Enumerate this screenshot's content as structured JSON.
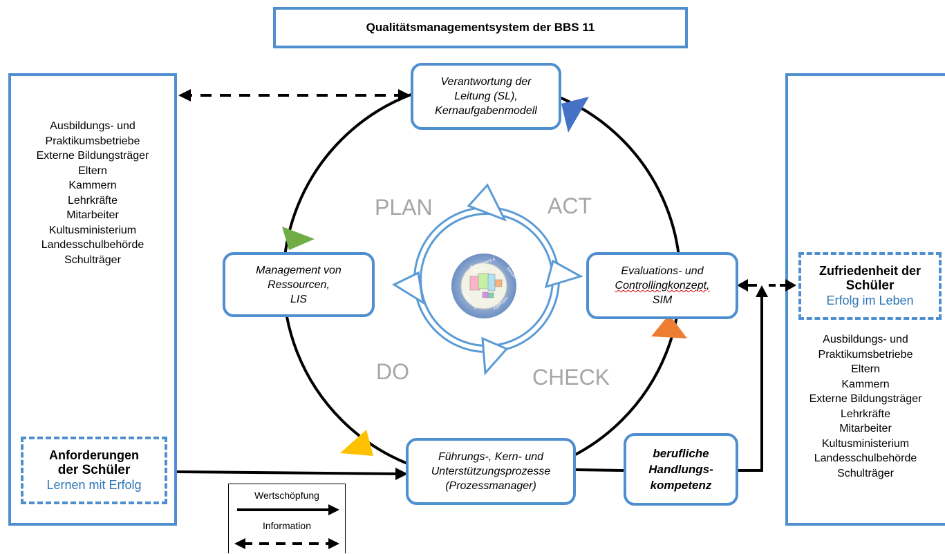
{
  "title": "Qualitätsmanagementsystem der BBS 11",
  "left_panel": {
    "stakeholders": [
      "Ausbildungs- und",
      "Praktikumsbetriebe",
      "Externe Bildungsträger",
      "Eltern",
      "Kammern",
      "Lehrkräfte",
      "Mitarbeiter",
      "Kultusministerium",
      "Landesschulbehörde",
      "Schulträger"
    ],
    "requirements_line1": "Anforderungen",
    "requirements_line2": "der Schüler",
    "requirements_sub": "Lernen mit Erfolg"
  },
  "right_panel": {
    "satisfaction_line1": "Zufriedenheit der",
    "satisfaction_line2": "Schüler",
    "satisfaction_sub": "Erfolg im Leben",
    "stakeholders": [
      "Ausbildungs- und",
      "Praktikumsbetriebe",
      "Eltern",
      "Kammern",
      "Externe Bildungsträger",
      "Lehrkräfte",
      "Mitarbeiter",
      "Kultusministerium",
      "Landesschulbehörde",
      "Schulträger"
    ]
  },
  "cycle": {
    "top_box": [
      "Verantwortung der",
      "Leitung (SL),",
      "Kernaufgabenmodell"
    ],
    "left_box": [
      "Management von",
      "Ressourcen,",
      "LIS"
    ],
    "right_box": [
      "Evaluations- und",
      "Controllingkonzept,",
      "SIM"
    ],
    "bottom_box": [
      "Führungs-, Kern- und",
      "Unterstützungsprozesse",
      "(Prozessmanager)"
    ],
    "competence_box": [
      "berufliche",
      "Handlungs-",
      "kompetenz"
    ],
    "phases": {
      "plan": "PLAN",
      "act": "ACT",
      "do": "DO",
      "check": "CHECK"
    },
    "radar_labels": [
      "Assessment &",
      "Review",
      "Results",
      "Deployment",
      "Approach"
    ]
  },
  "legend": {
    "value_creation": "Wertschöpfung",
    "information": "Information"
  },
  "colors": {
    "box_border": "#4f8fcf",
    "phase_text": "#a6a6a6",
    "subtitle": "#2e75b6",
    "triangle_blue": "#4472c4",
    "triangle_green": "#70ad47",
    "triangle_orange": "#ed7d31",
    "triangle_yellow": "#ffc000"
  }
}
